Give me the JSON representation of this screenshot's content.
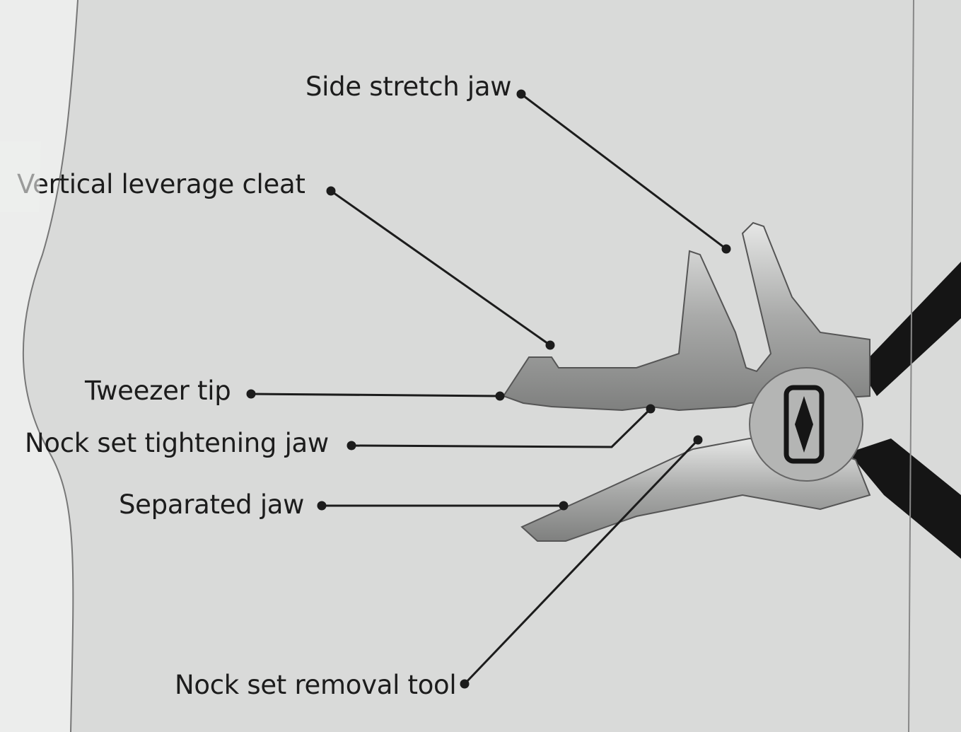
{
  "diagram": {
    "labels": {
      "side_stretch_jaw": "Side stretch jaw",
      "vertical_leverage_cleat": "Vertical leverage cleat",
      "tweezer_tip": "Tweezer tip",
      "nock_set_tightening_jaw": "Nock set tightening jaw",
      "separated_jaw": "Separated jaw",
      "nock_set_removal_tool": "Nock set removal tool"
    },
    "colors": {
      "background": "#d9dad9",
      "text": "#1c1c1c",
      "handle": "#151515",
      "steel": "#b8b9b8"
    }
  }
}
